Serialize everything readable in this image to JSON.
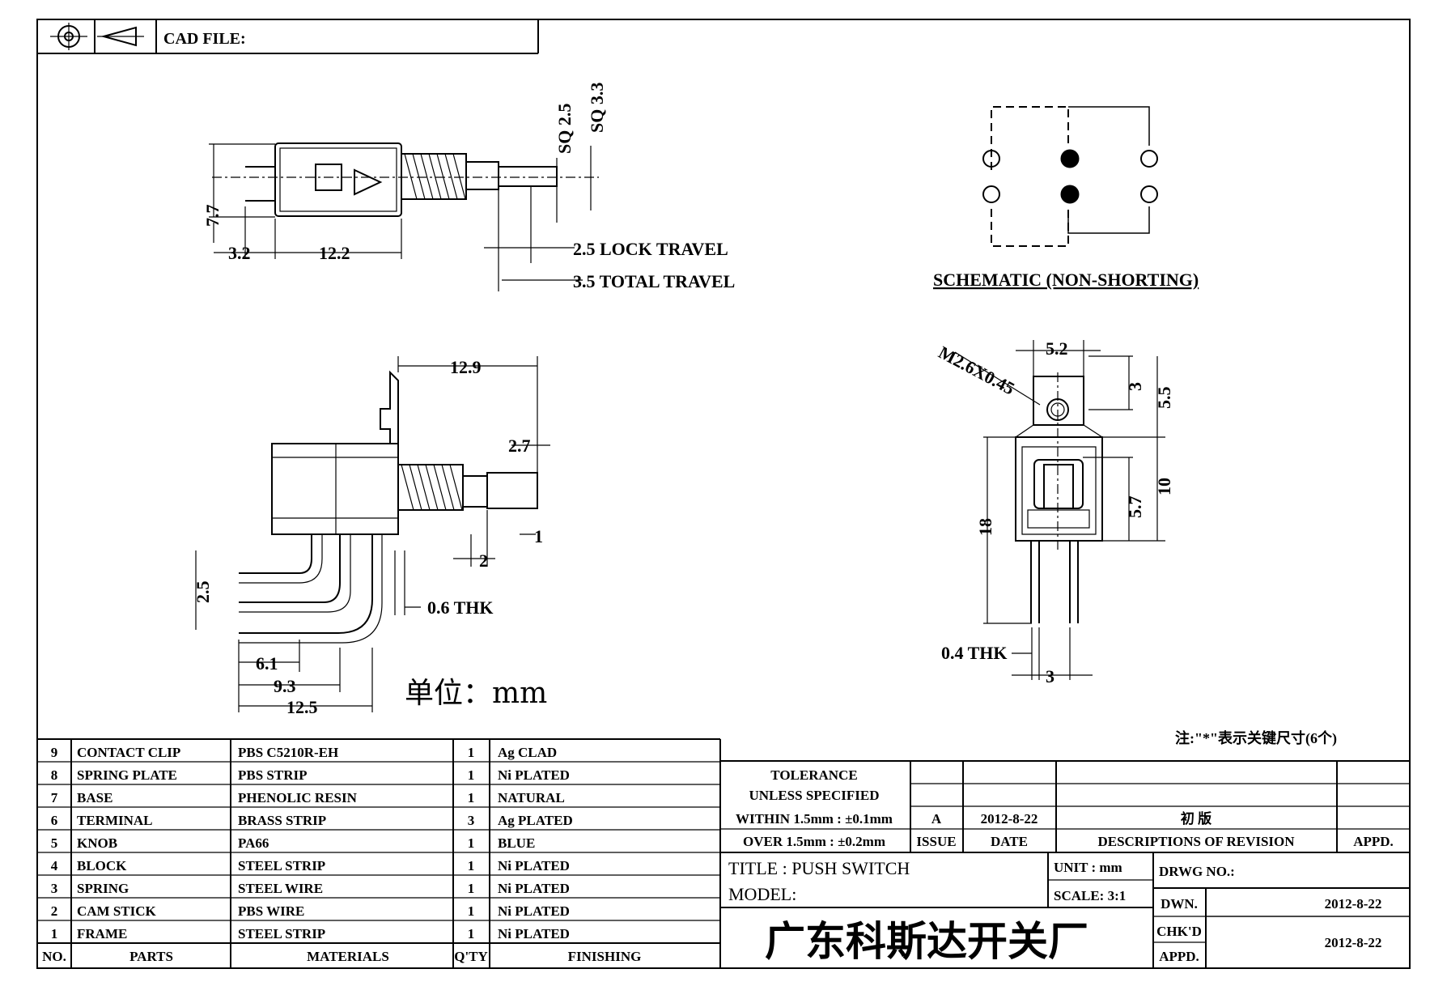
{
  "header": {
    "cad_file_label": "CAD FILE:"
  },
  "dimensions": {
    "sq_2_5": "SQ 2.5",
    "sq_3_3": "SQ 3.3",
    "d_7_7": "7.7",
    "d_3_2": "3.2",
    "d_12_2": "12.2",
    "lock_travel": "2.5 LOCK TRAVEL",
    "total_travel": "3.5 TOTAL TRAVEL",
    "d_12_9": "12.9",
    "d_2_7": "2.7",
    "d_1": "1",
    "d_2": "2",
    "d_2_5": "2.5",
    "thk_0_6": "0.6 THK",
    "d_6_1": "6.1",
    "d_9_3": "9.3",
    "d_12_5": "12.5",
    "unit_note": "单位：mm",
    "d_5_2": "5.2",
    "thread": "M2.6X0.45",
    "d_3_top": "3",
    "d_5_5": "5.5",
    "d_10": "10",
    "d_5_7": "5.7",
    "d_18": "18",
    "thk_0_4": "0.4 THK",
    "d_3_bottom": "3"
  },
  "schematic": {
    "label": "SCHEMATIC (NON-SHORTING)"
  },
  "note": "注:\"*\"表示关键尺寸(6个)",
  "parts_table": {
    "headers": {
      "no": "NO.",
      "parts": "PARTS",
      "materials": "MATERIALS",
      "qty": "Q'TY",
      "finishing": "FINISHING"
    },
    "rows": [
      {
        "no": "9",
        "part": "CONTACT CLIP",
        "material": "PBS C5210R-EH",
        "qty": "1",
        "finishing": "Ag CLAD"
      },
      {
        "no": "8",
        "part": "SPRING PLATE",
        "material": "PBS STRIP",
        "qty": "1",
        "finishing": "Ni PLATED"
      },
      {
        "no": "7",
        "part": "BASE",
        "material": "PHENOLIC RESIN",
        "qty": "1",
        "finishing": "NATURAL"
      },
      {
        "no": "6",
        "part": "TERMINAL",
        "material": "BRASS STRIP",
        "qty": "3",
        "finishing": "Ag PLATED"
      },
      {
        "no": "5",
        "part": "KNOB",
        "material": "PA66",
        "qty": "1",
        "finishing": "BLUE"
      },
      {
        "no": "4",
        "part": "BLOCK",
        "material": "STEEL STRIP",
        "qty": "1",
        "finishing": "Ni PLATED"
      },
      {
        "no": "3",
        "part": "SPRING",
        "material": "STEEL WIRE",
        "qty": "1",
        "finishing": "Ni PLATED"
      },
      {
        "no": "2",
        "part": "CAM STICK",
        "material": "PBS WIRE",
        "qty": "1",
        "finishing": "Ni PLATED"
      },
      {
        "no": "1",
        "part": "FRAME",
        "material": "STEEL STRIP",
        "qty": "1",
        "finishing": "Ni PLATED"
      }
    ]
  },
  "title_block": {
    "tolerance": "TOLERANCE",
    "unless": "UNLESS   SPECIFIED",
    "within": "WITHIN 1.5mm : ±0.1mm",
    "over": "OVER 1.5mm : ±0.2mm",
    "rev_issue": "A",
    "rev_date": "2012-8-22",
    "rev_desc": "初 版",
    "issue_label": "ISSUE",
    "date_label": "DATE",
    "desc_label": "DESCRIPTIONS OF REVISION",
    "appd_label": "APPD.",
    "title": "TITLE : PUSH SWITCH",
    "model": "MODEL:",
    "unit": "UNIT :   mm",
    "scale": "SCALE:   3:1",
    "drwg_no": "DRWG NO.:",
    "dwn": "DWN.",
    "dwn_date": "2012-8-22",
    "chkd": "CHK'D",
    "appd": "APPD.",
    "chk_date": "2012-8-22",
    "company": "广东科斯达开关厂"
  }
}
